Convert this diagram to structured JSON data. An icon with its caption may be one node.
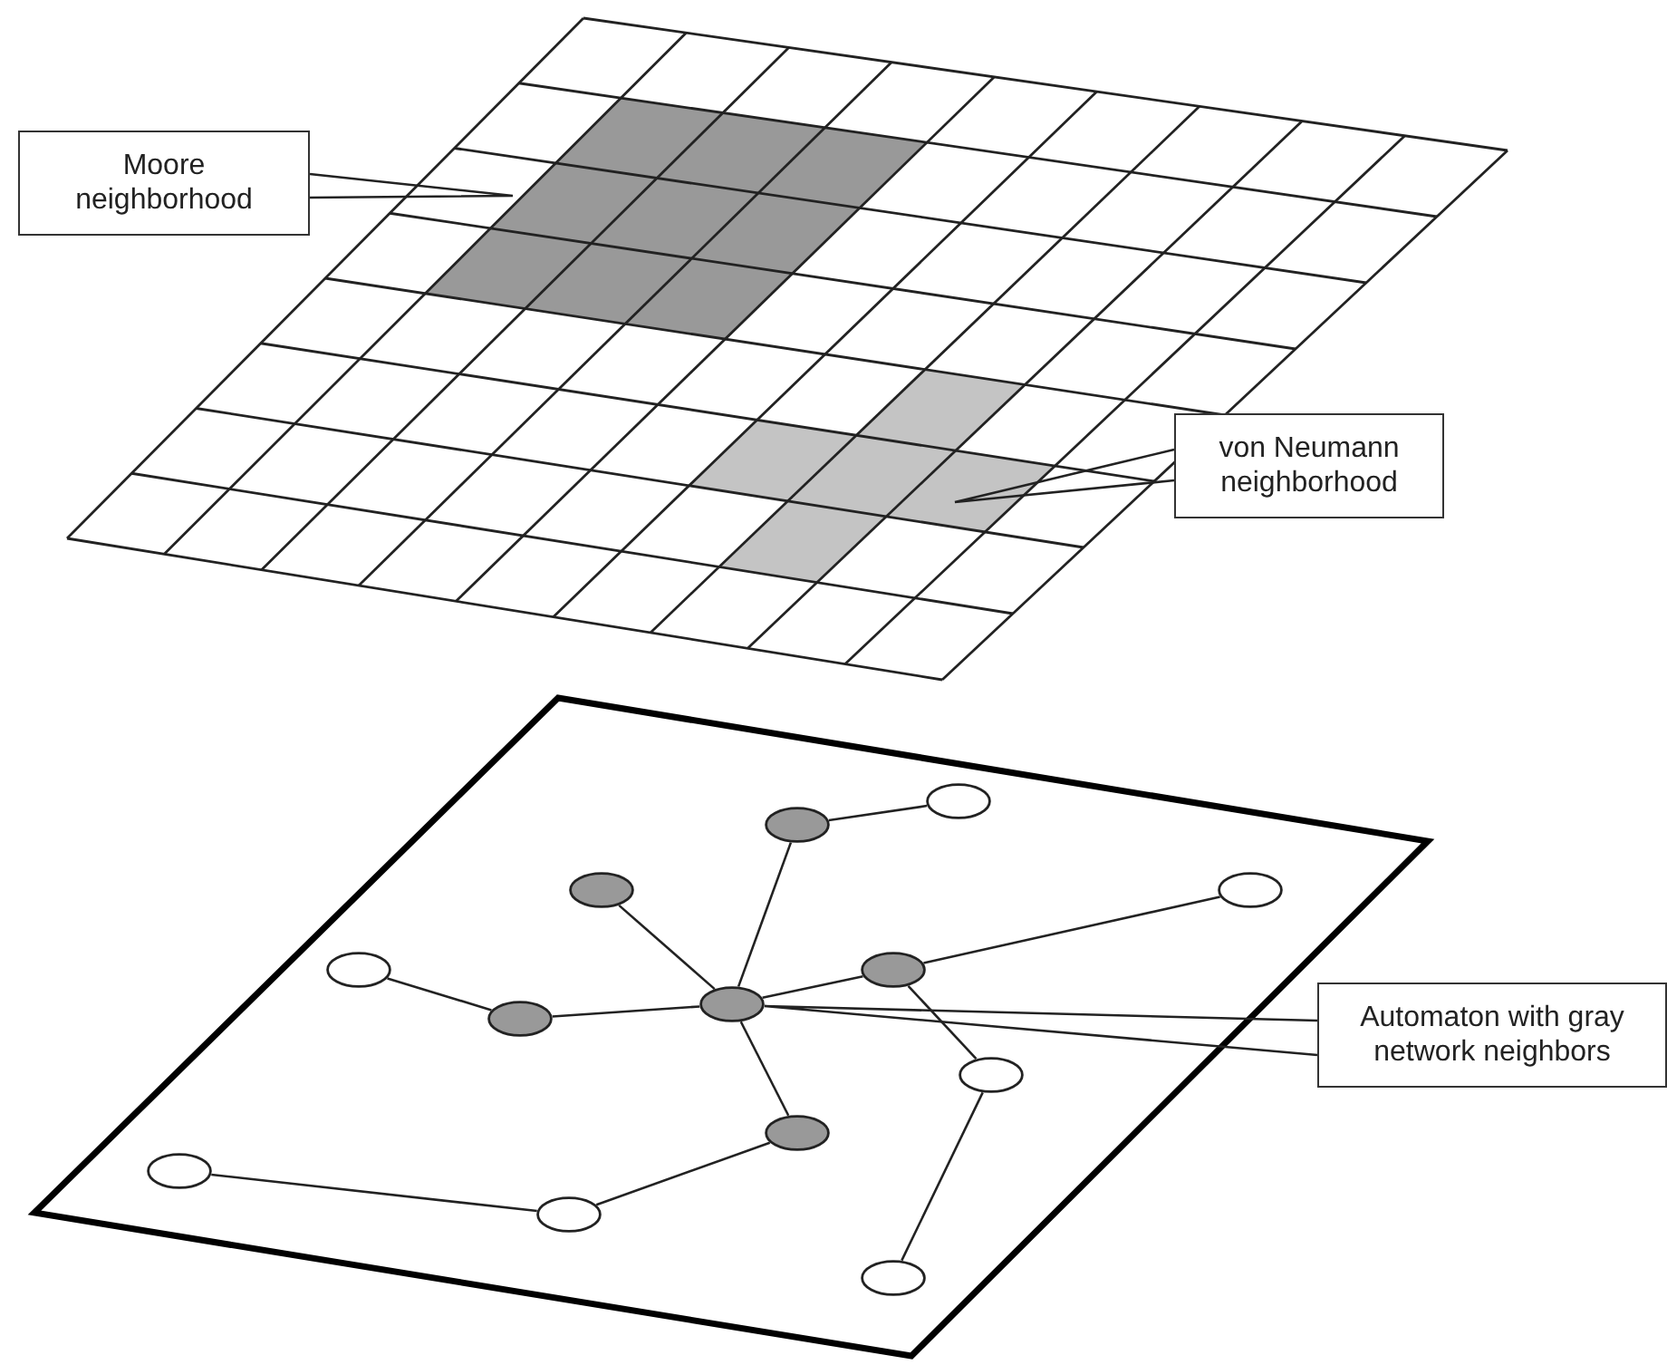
{
  "diagram": {
    "nodes": [
      {
        "text": [
          "Moore neighborhood"
        ]
      },
      {
        "text": [
          "von Neumann neighborhood"
        ]
      },
      {
        "text": [],
        "shape": "circle"
      },
      {
        "text": [],
        "shape": "circle"
      },
      {
        "text": [],
        "shape": "circle"
      },
      {
        "text": [],
        "shape": "circle"
      },
      {
        "text": [],
        "shape": "circle"
      },
      {
        "text": [],
        "shape": "circle"
      },
      {
        "text": [],
        "shape": "circle"
      },
      {
        "text": [],
        "shape": "circle"
      },
      {
        "text": [
          "Automaton with gray network neighbors"
        ]
      },
      {
        "text": [],
        "shape": "circle"
      },
      {
        "text": [],
        "shape": "circle"
      },
      {
        "text": [],
        "shape": "circle"
      },
      {
        "text": [],
        "shape": "circle"
      },
      {
        "text": [],
        "shape": "circle"
      }
    ],
    "edges": [
      {
        "from": 3,
        "to": 2,
        "arrow": "none"
      },
      {
        "from": 8,
        "to": 3,
        "arrow": "none"
      },
      {
        "from": 8,
        "to": 4,
        "arrow": "none"
      },
      {
        "from": 9,
        "to": 6,
        "arrow": "none"
      },
      {
        "from": 8,
        "to": 9,
        "arrow": "none"
      },
      {
        "from": 8,
        "to": 7,
        "arrow": "none"
      },
      {
        "from": 7,
        "to": 5,
        "arrow": "none"
      },
      {
        "from": 7,
        "to": 11,
        "arrow": "none"
      },
      {
        "from": 11,
        "to": 15,
        "arrow": "none"
      },
      {
        "from": 8,
        "to": 12,
        "arrow": "none"
      },
      {
        "from": 12,
        "to": 14,
        "arrow": "none"
      },
      {
        "from": 14,
        "to": 13,
        "arrow": "none"
      },
      {
        "from": 0,
        "to": null,
        "arrow": "none"
      },
      {
        "from": 1,
        "to": null,
        "arrow": "none"
      },
      {
        "from": 10,
        "to": 8,
        "arrow": "none"
      }
    ]
  }
}
